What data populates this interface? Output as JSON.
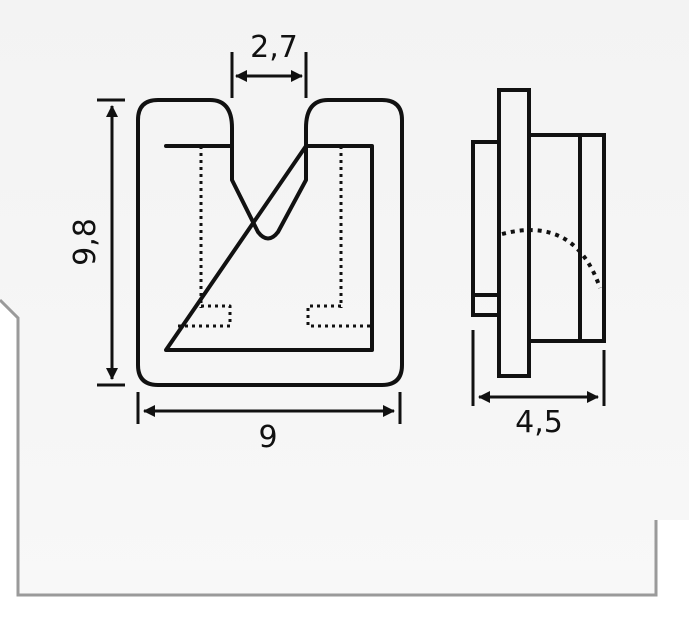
{
  "drawing": {
    "dimensions": {
      "slot_width": "2,7",
      "height": "9,8",
      "width": "9",
      "depth": "4,5"
    },
    "colors": {
      "background_top": "#f1f1f1",
      "frame_line": "#9a9a9a",
      "ink": "#111111"
    }
  }
}
